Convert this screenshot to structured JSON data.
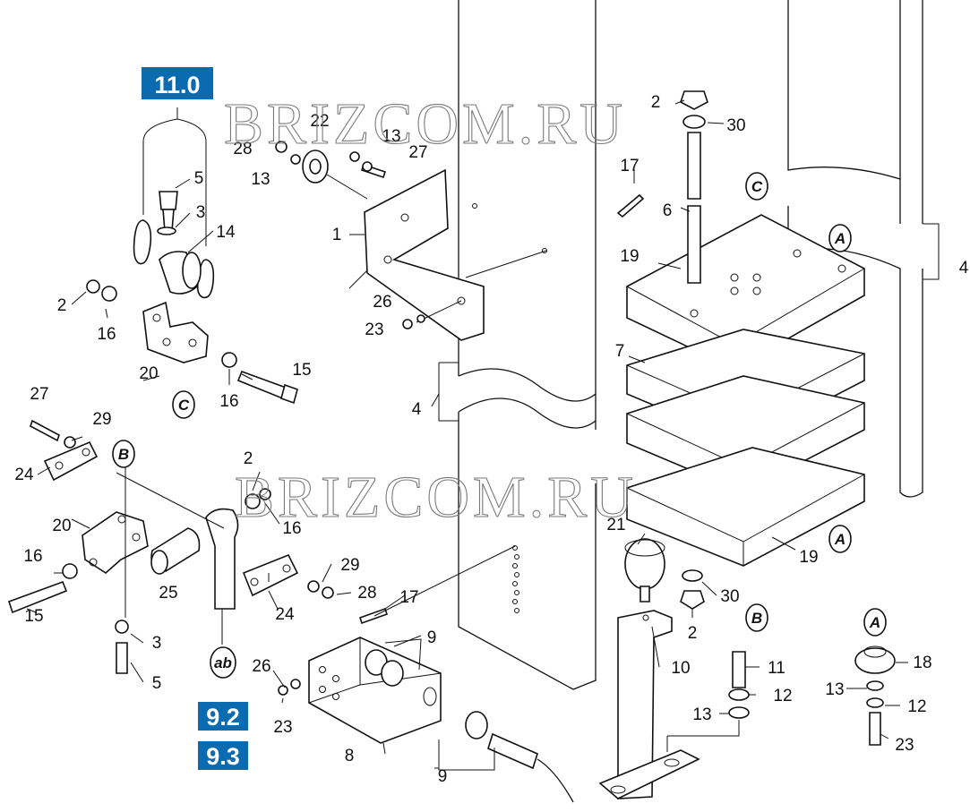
{
  "watermark": "BRIZCOM.RU",
  "refs": {
    "r110": "11.0",
    "r92": "9.2",
    "r93": "9.3"
  },
  "letters": {
    "a": "A",
    "b": "B",
    "c": "C",
    "ab": "ab"
  },
  "labels": {
    "n1": "1",
    "n2": "2",
    "n3": "3",
    "n4": "4",
    "n5": "5",
    "n6": "6",
    "n7": "7",
    "n8": "8",
    "n9": "9",
    "n10": "10",
    "n11": "11",
    "n12": "12",
    "n13": "13",
    "n14": "14",
    "n15": "15",
    "n16": "16",
    "n17": "17",
    "n18": "18",
    "n19": "19",
    "n20": "20",
    "n21": "21",
    "n22": "22",
    "n23": "23",
    "n24": "24",
    "n25": "25",
    "n26": "26",
    "n27": "27",
    "n28": "28",
    "n29": "29",
    "n30": "30"
  },
  "colors": {
    "ref_badge": "#0a6bb0",
    "line": "#111111"
  }
}
